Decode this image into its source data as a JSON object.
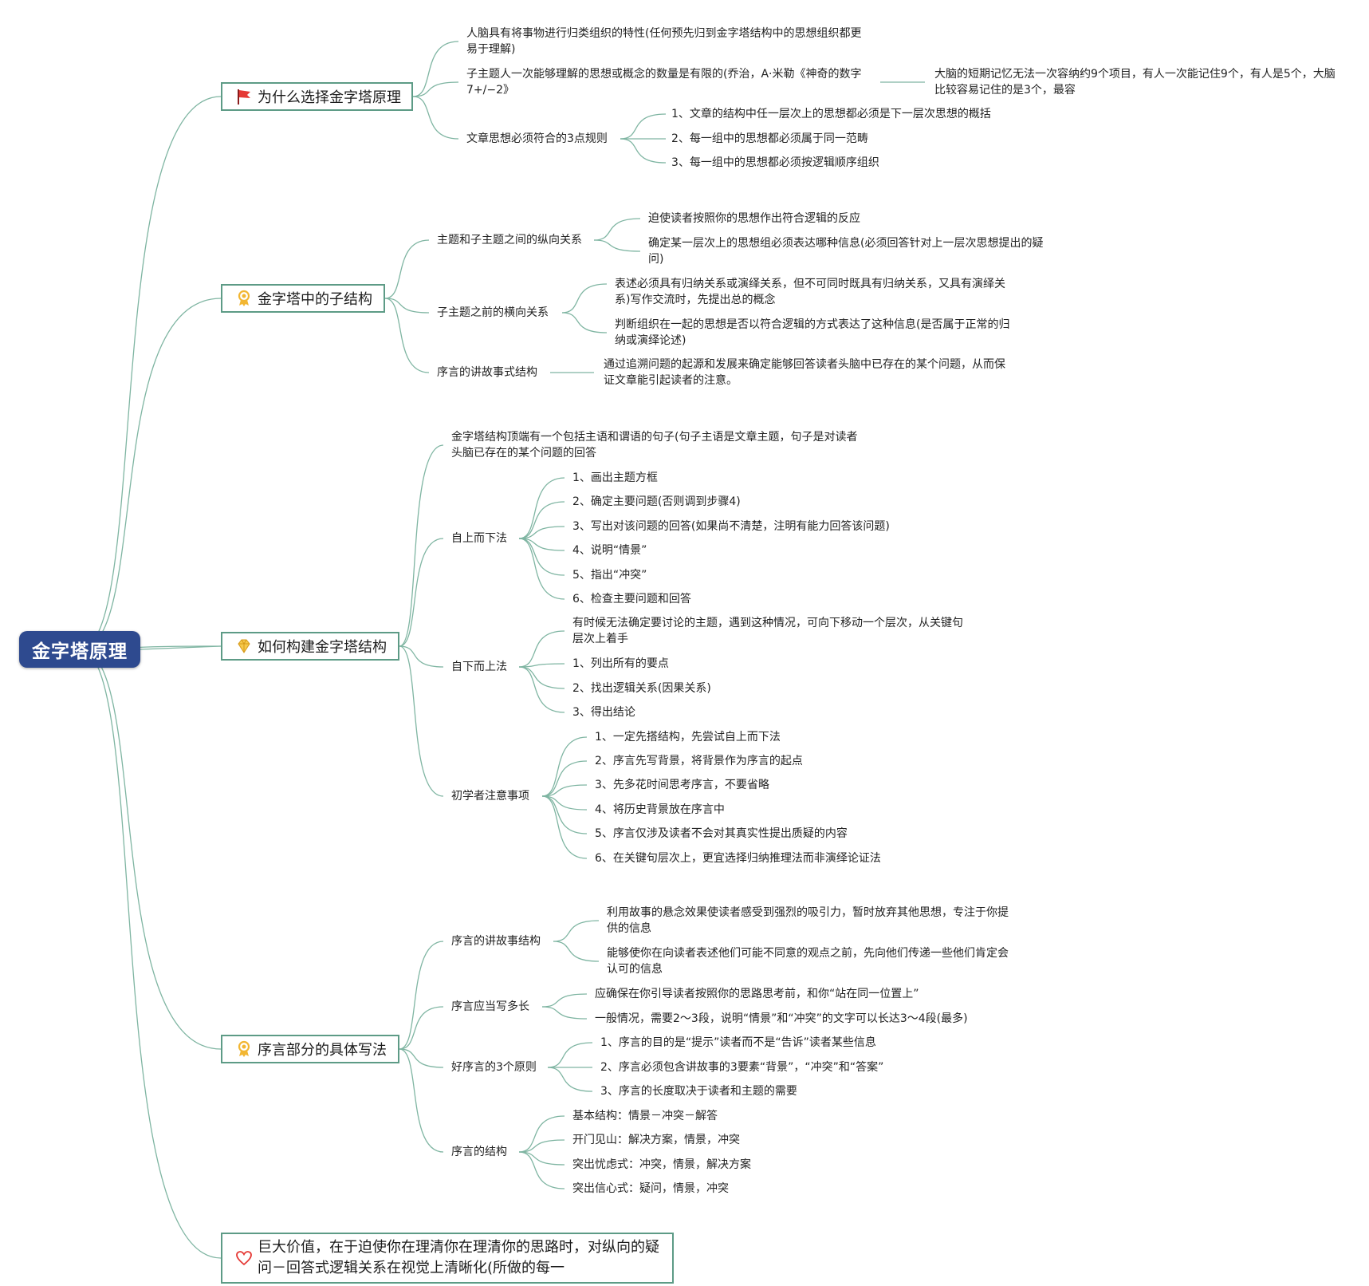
{
  "root": {
    "label": "金字塔原理"
  },
  "colors": {
    "root_bg": "#2e4a8f",
    "line": "#7fb5a2",
    "border": "#5d9b86",
    "flag": "#e53935",
    "ribbon": "#f2b632",
    "diamond": "#f2b632",
    "heart": "#e53935"
  },
  "branches": [
    {
      "label": "为什么选择金字塔原理",
      "icon": "red-flag-icon",
      "children": [
        {
          "label": "人脑具有将事物进行归类组织的特性(任何预先归到金字塔结构中的思想组织都更易于理解)"
        },
        {
          "label": "子主题人一次能够理解的思想或概念的数量是有限的(乔治，A·米勒《神奇的数字7+/−2》",
          "note": "大脑的短期记忆无法一次容纳约9个项目，有人一次能记住9个，有人是5个，大脑比较容易记住的是3个，最容"
        },
        {
          "label": "文章思想必须符合的3点规则",
          "children": [
            "1、文章的结构中任一层次上的思想都必须是下一层次思想的概括",
            "2、每一组中的思想都必须属于同一范畴",
            "3、每一组中的思想都必须按逻辑顺序组织"
          ]
        }
      ]
    },
    {
      "label": "金字塔中的子结构",
      "icon": "award-ribbon-icon",
      "children": [
        {
          "label": "主题和子主题之间的纵向关系",
          "children": [
            "迫使读者按照你的思想作出符合逻辑的反应",
            "确定某一层次上的思想组必须表达哪种信息(必须回答针对上一层次思想提出的疑问)"
          ]
        },
        {
          "label": "子主题之前的横向关系",
          "children": [
            "表述必须具有归纳关系或演绎关系，但不可同时既具有归纳关系，又具有演绎关系)写作交流时，先提出总的概念",
            "判断组织在一起的思想是否以符合逻辑的方式表达了这种信息(是否属于正常的归纳或演绎论述)"
          ]
        },
        {
          "label": "序言的讲故事式结构",
          "note": "通过追溯问题的起源和发展来确定能够回答读者头脑中已存在的某个问题，从而保证文章能引起读者的注意。"
        }
      ]
    },
    {
      "label": "如何构建金字塔结构",
      "icon": "diamond-icon",
      "children": [
        {
          "label": "金字塔结构顶端有一个包括主语和谓语的句子(句子主语是文章主题，句子是对读者头脑已存在的某个问题的回答"
        },
        {
          "label": "自上而下法",
          "children": [
            "1、画出主题方框",
            "2、确定主要问题(否则调到步骤4)",
            "3、写出对该问题的回答(如果尚不清楚，注明有能力回答该问题)",
            "4、说明“情景”",
            "5、指出“冲突”",
            "6、检查主要问题和回答"
          ]
        },
        {
          "label": "自下而上法",
          "children": [
            "有时候无法确定要讨论的主题，遇到这种情况，可向下移动一个层次，从关键句层次上着手",
            "1、列出所有的要点",
            "2、找出逻辑关系(因果关系)",
            "3、得出结论"
          ]
        },
        {
          "label": "初学者注意事项",
          "children": [
            "1、一定先搭结构，先尝试自上而下法",
            "2、序言先写背景，将背景作为序言的起点",
            "3、先多花时间思考序言，不要省略",
            "4、将历史背景放在序言中",
            "5、序言仅涉及读者不会对其真实性提出质疑的内容",
            "6、在关键句层次上，更宜选择归纳推理法而非演绎论证法"
          ]
        }
      ]
    },
    {
      "label": "序言部分的具体写法",
      "icon": "award-ribbon-icon",
      "children": [
        {
          "label": "序言的讲故事结构",
          "children": [
            "利用故事的悬念效果使读者感受到强烈的吸引力，暂时放弃其他思想，专注于你提供的信息",
            "能够使你在向读者表述他们可能不同意的观点之前，先向他们传递一些他们肯定会认可的信息"
          ]
        },
        {
          "label": "序言应当写多长",
          "children": [
            "应确保在你引导读者按照你的思路思考前，和你“站在同一位置上”",
            "一般情况，需要2～3段，说明“情景”和“冲突”的文字可以长达3～4段(最多)"
          ]
        },
        {
          "label": "好序言的3个原则",
          "children": [
            "1、序言的目的是“提示”读者而不是“告诉”读者某些信息",
            "2、序言必须包含讲故事的3要素“背景”，“冲突”和“答案”",
            "3、序言的长度取决于读者和主题的需要"
          ]
        },
        {
          "label": "序言的结构",
          "children": [
            "基本结构：情景－冲突－解答",
            "开门见山：解决方案，情景，冲突",
            "突出忧虑式：冲突，情景，解决方案",
            "突出信心式：疑问，情景，冲突"
          ]
        }
      ]
    },
    {
      "label": "巨大价值，在于迫使你在理清你在理清你的思路时，对纵向的疑问－回答式逻辑关系在视觉上清晰化(所做的每一",
      "icon": "heart-icon"
    }
  ]
}
